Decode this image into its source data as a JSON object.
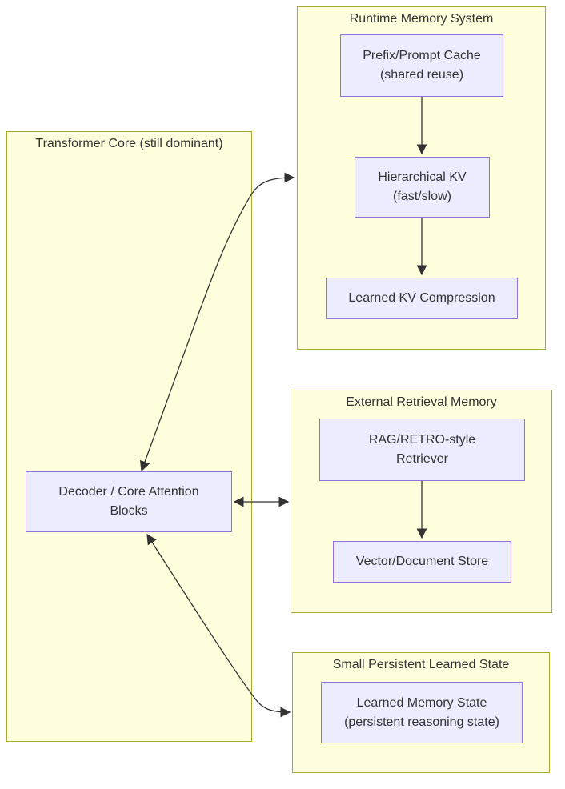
{
  "colors": {
    "cluster_fill": "#ffffde",
    "cluster_stroke": "#aaaa33",
    "node_fill": "#ECECFF",
    "node_stroke": "#9370DB",
    "edge_color": "#333333",
    "text_color": "#333333"
  },
  "clusters": {
    "transformer_core": {
      "title": "Transformer Core (still dominant)"
    },
    "runtime_memory": {
      "title": "Runtime Memory System"
    },
    "external_retrieval": {
      "title": "External Retrieval Memory"
    },
    "persistent_state": {
      "title": "Small Persistent Learned State"
    }
  },
  "nodes": {
    "decoder": {
      "line1": "Decoder / Core Attention",
      "line2": "Blocks"
    },
    "prefix_cache": {
      "line1": "Prefix/Prompt Cache",
      "line2": "(shared reuse)"
    },
    "hierarchical_kv": {
      "line1": "Hierarchical KV",
      "line2": "(fast/slow)"
    },
    "kv_compression": {
      "line1": "Learned KV Compression"
    },
    "rag_retriever": {
      "line1": "RAG/RETRO-style",
      "line2": "Retriever"
    },
    "vector_store": {
      "line1": "Vector/Document Store"
    },
    "learned_memory_state": {
      "line1": "Learned Memory State",
      "line2": "(persistent reasoning state)"
    }
  },
  "edges": [
    {
      "from": "prefix_cache",
      "to": "hierarchical_kv",
      "type": "arrow"
    },
    {
      "from": "hierarchical_kv",
      "to": "kv_compression",
      "type": "arrow"
    },
    {
      "from": "rag_retriever",
      "to": "vector_store",
      "type": "arrow"
    },
    {
      "from": "decoder",
      "to": "runtime_memory",
      "type": "bidirectional"
    },
    {
      "from": "decoder",
      "to": "external_retrieval",
      "type": "bidirectional"
    },
    {
      "from": "decoder",
      "to": "persistent_state",
      "type": "bidirectional"
    }
  ]
}
